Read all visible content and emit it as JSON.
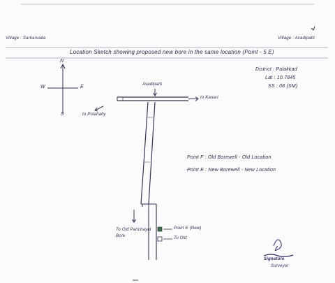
{
  "header": {
    "left_text": "Village : Sarkarvada",
    "right_text": "Village : Avadipatti"
  },
  "title": "Location Sketch showing proposed new bore in the same location (Point - 5 E)",
  "details": {
    "district": "District : Palakkad",
    "lat": "Lat : 10.7845",
    "ss": "SS : 08 (SM)"
  },
  "compass": {
    "n": "N",
    "s": "S",
    "e": "E",
    "w": "W"
  },
  "map_labels": {
    "top": "Avadipatti",
    "right_arrow": "to Kanari",
    "left_arrow": "to Polahally",
    "bottom_arrow": "To Old Panchayat Bore",
    "point_e_label": "Point E (New)",
    "point_f_label": "To Old"
  },
  "legend": {
    "line1": "Point F : Old Borewell - Old Location",
    "line2": "Point E : New Borewell - New Location"
  },
  "signature": {
    "name": "Signature",
    "role": "Surveyor"
  }
}
